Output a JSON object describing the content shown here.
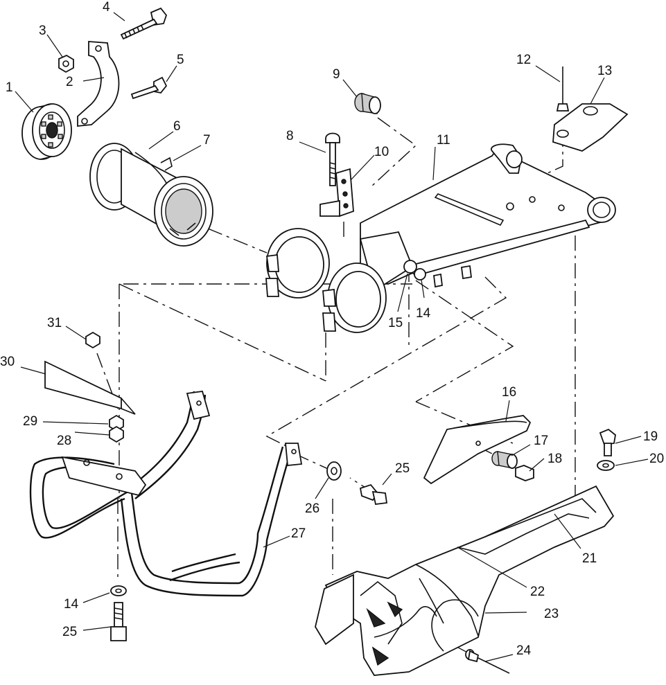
{
  "callouts": [
    {
      "id": "c1",
      "text": "1"
    },
    {
      "id": "c2",
      "text": "2"
    },
    {
      "id": "c3",
      "text": "3"
    },
    {
      "id": "c4",
      "text": "4"
    },
    {
      "id": "c5",
      "text": "5"
    },
    {
      "id": "c6",
      "text": "6"
    },
    {
      "id": "c7",
      "text": "7"
    },
    {
      "id": "c8",
      "text": "8"
    },
    {
      "id": "c9",
      "text": "9"
    },
    {
      "id": "c10",
      "text": "10"
    },
    {
      "id": "c11",
      "text": "11"
    },
    {
      "id": "c12",
      "text": "12"
    },
    {
      "id": "c13",
      "text": "13"
    },
    {
      "id": "c14a",
      "text": "14"
    },
    {
      "id": "c15",
      "text": "15"
    },
    {
      "id": "c16",
      "text": "16"
    },
    {
      "id": "c17",
      "text": "17"
    },
    {
      "id": "c18",
      "text": "18"
    },
    {
      "id": "c19",
      "text": "19"
    },
    {
      "id": "c20",
      "text": "20"
    },
    {
      "id": "c21",
      "text": "21"
    },
    {
      "id": "c22",
      "text": "22"
    },
    {
      "id": "c23",
      "text": "23"
    },
    {
      "id": "c24",
      "text": "24"
    },
    {
      "id": "c25a",
      "text": "25"
    },
    {
      "id": "c26",
      "text": "26"
    },
    {
      "id": "c27",
      "text": "27"
    },
    {
      "id": "c28",
      "text": "28"
    },
    {
      "id": "c29",
      "text": "29"
    },
    {
      "id": "c30",
      "text": "30"
    },
    {
      "id": "c31",
      "text": "31"
    },
    {
      "id": "c14b",
      "text": "14"
    },
    {
      "id": "c25b",
      "text": "25"
    }
  ]
}
